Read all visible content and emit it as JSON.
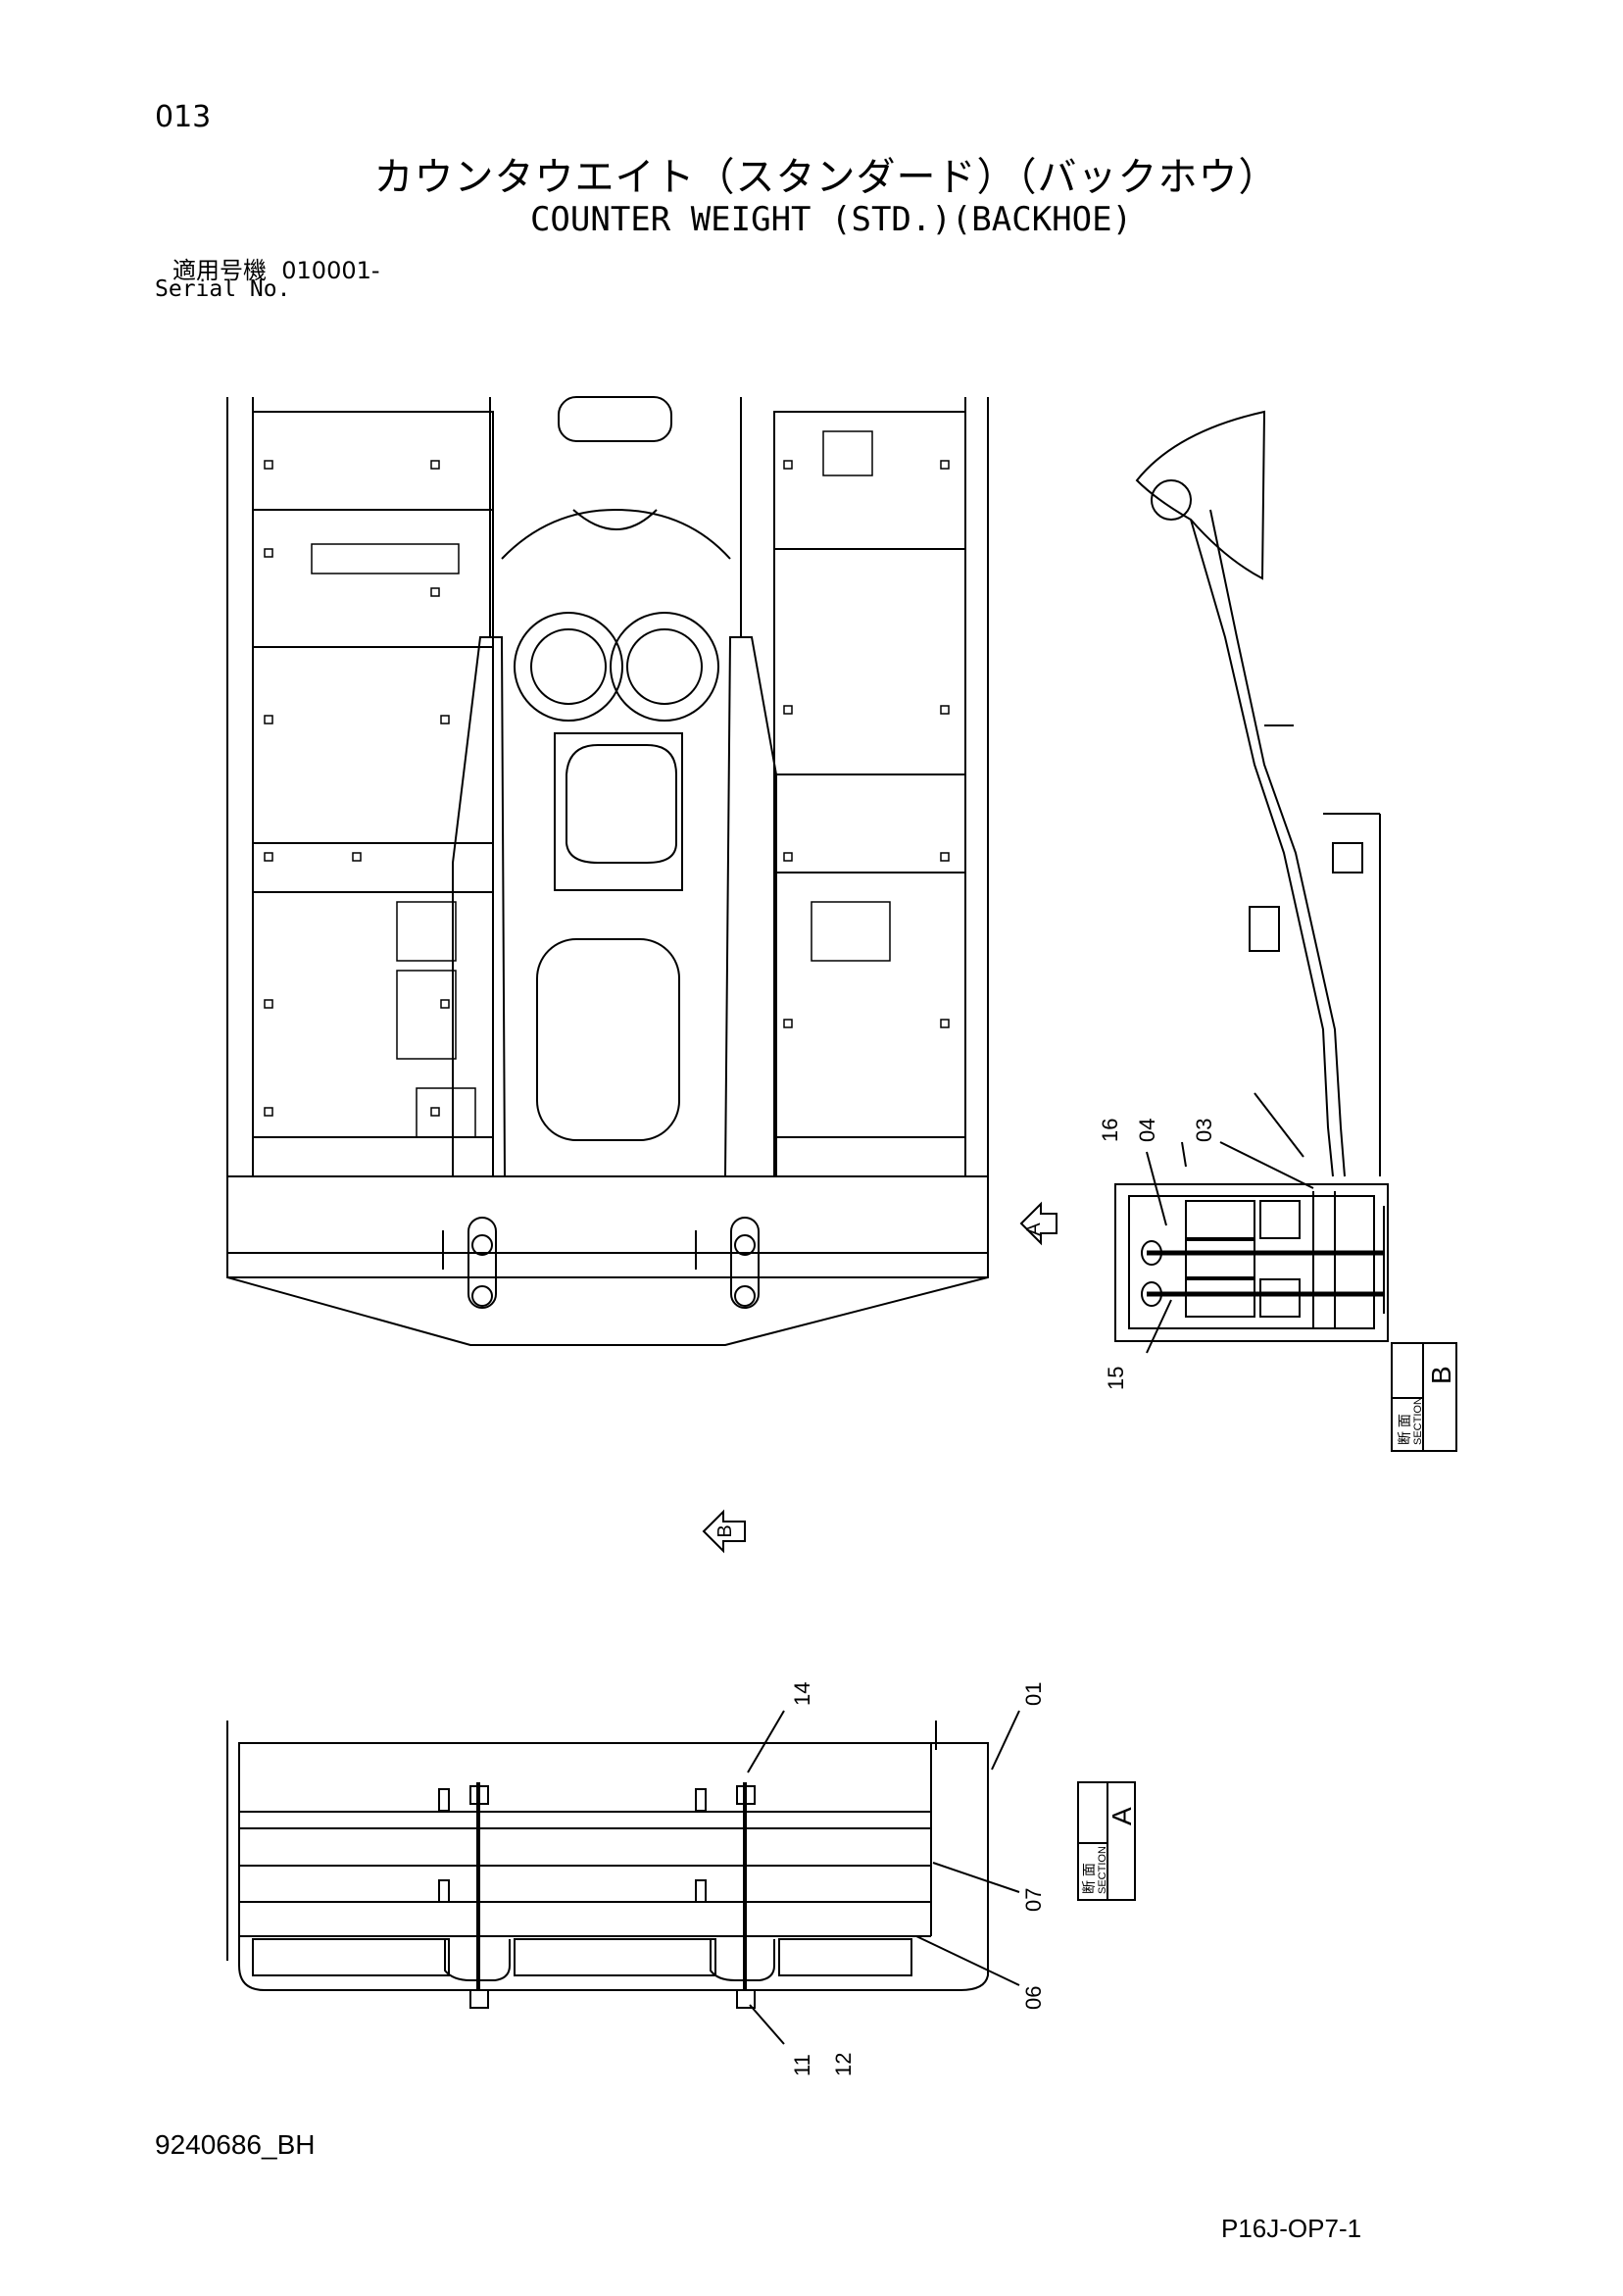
{
  "header": {
    "page_number": "013",
    "title_jp": "カウンタウエイト（スタンダード）（バックホウ）",
    "title_en": "COUNTER WEIGHT (STD.)(BACKHOE)",
    "serial_label_jp": "適用号機",
    "serial_value": "010001-",
    "serial_label_en": "Serial No."
  },
  "drawing": {
    "view_arrow_a": "A",
    "view_arrow_b": "B",
    "section_b": {
      "jp": "断 面",
      "en": "SECTION",
      "letter": "B"
    },
    "section_a": {
      "jp": "断 面",
      "en": "SECTION",
      "letter": "A"
    },
    "callouts_section_b": [
      "16",
      "04",
      "03",
      "15"
    ],
    "callouts_section_a": [
      "14",
      "01",
      "07",
      "06",
      "11",
      "12"
    ]
  },
  "footer": {
    "document_id": "9240686_BH",
    "page_code": "P16J-OP7-1"
  },
  "colors": {
    "line": "#000000",
    "background": "#ffffff"
  }
}
